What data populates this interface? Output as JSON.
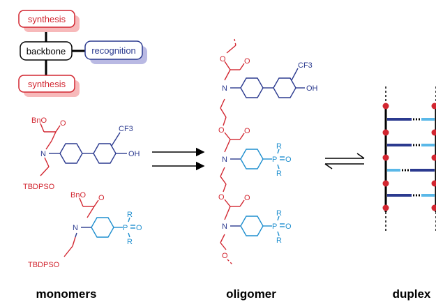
{
  "schematic": {
    "top_label": "synthesis",
    "middle_label": "backbone",
    "side_label": "recognition",
    "bottom_label": "synthesis"
  },
  "monomer1": {
    "ester": "BnO",
    "carbonyl_o": "O",
    "amine": "N",
    "cf3": "CF3",
    "oh": "OH",
    "silyl": "TBDPSO"
  },
  "monomer2": {
    "ester": "BnO",
    "carbonyl_o": "O",
    "amine": "N",
    "phosphorus": "P",
    "phosphoryl_o": "O",
    "r_top": "R",
    "r_bottom": "R",
    "silyl": "TBDPSO"
  },
  "oligomer": {
    "o1": "O",
    "o2": "O",
    "n1": "N",
    "cf3": "CF3",
    "oh": "OH",
    "o3": "O",
    "o4": "O",
    "n2": "N",
    "p1": "P",
    "po1": "O",
    "r1": "R",
    "r2": "R",
    "o5": "O",
    "o6": "O",
    "n3": "N",
    "p2": "P",
    "po2": "O",
    "r3": "R",
    "r4": "R",
    "o_end": "O"
  },
  "captions": {
    "monomers": "monomers",
    "oligomer": "oligomer",
    "duplex": "duplex"
  },
  "colors": {
    "red": "#d22630",
    "dark_blue": "#2b3a8f",
    "light_blue": "#1f8fcf",
    "duplex_light": "#5ab8e8",
    "duplex_dark": "#2b3a8f"
  }
}
